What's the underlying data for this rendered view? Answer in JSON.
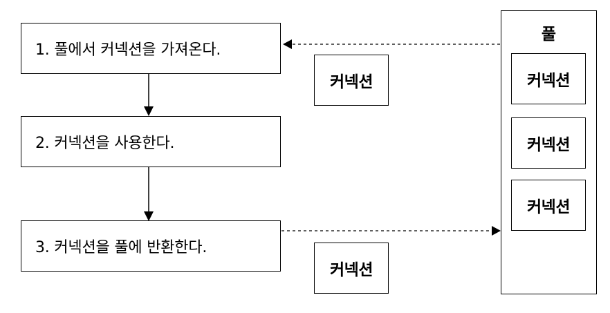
{
  "steps": [
    {
      "label": "1. 풀에서 커넥션을 가져온다."
    },
    {
      "label": "2. 커넥션을 사용한다."
    },
    {
      "label": "3. 커넥션을 풀에 반환한다."
    }
  ],
  "connection_label": "커넥션",
  "pool": {
    "title": "풀",
    "connections": [
      "커넥션",
      "커넥션",
      "커넥션"
    ]
  },
  "colors": {
    "line": "#000000",
    "background": "#ffffff"
  }
}
